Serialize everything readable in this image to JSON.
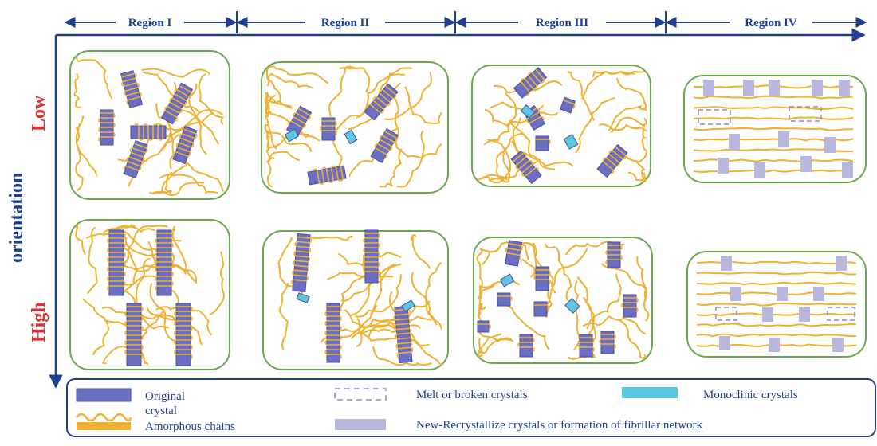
{
  "regions": [
    "Region I",
    "Region II",
    "Region III",
    "Region IV"
  ],
  "axis": {
    "low": "Low",
    "high": "High",
    "title": "orientation"
  },
  "legend": {
    "original": "Original crystal",
    "melt": "Melt or broken crystals",
    "monoclinic": "Monoclinic crystals",
    "amorphous": "Amorphous chains",
    "recrystallize": "New-Recrystallize crystals or formation of fibrillar network"
  },
  "colors": {
    "arrow": "#1f3f8f",
    "panel_border": "#6aa84f",
    "chain": "#f0b030",
    "crystal": "#6b6fc4",
    "monoclinic": "#5bc8e0",
    "recrystal": "#b8b8de",
    "low_high": "#e03030"
  }
}
